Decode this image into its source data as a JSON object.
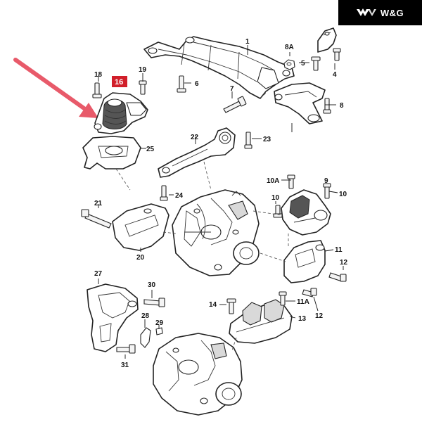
{
  "brand": {
    "name": "W&G",
    "mark": "wings-icon"
  },
  "colors": {
    "highlight": "#d11f2a",
    "arrow": "#e85a6a",
    "ink": "#222222"
  },
  "highlighted_part": "16",
  "labels": {
    "p1": "1",
    "p4": "4",
    "p5": "5",
    "p6": "6",
    "p7": "7",
    "p8": "8",
    "p8a": "8A",
    "p9": "9",
    "p10": "10",
    "p10a": "10A",
    "p11": "11",
    "p11a": "11A",
    "p12a": "12",
    "p12b": "12",
    "p13": "13",
    "p14": "14",
    "p16": "16",
    "p18": "18",
    "p19": "19",
    "p20": "20",
    "p21": "21",
    "p22": "22",
    "p23": "23",
    "p24": "24",
    "p25": "25",
    "p27": "27",
    "p28": "28",
    "p29": "29",
    "p30": "30",
    "p31": "31"
  }
}
